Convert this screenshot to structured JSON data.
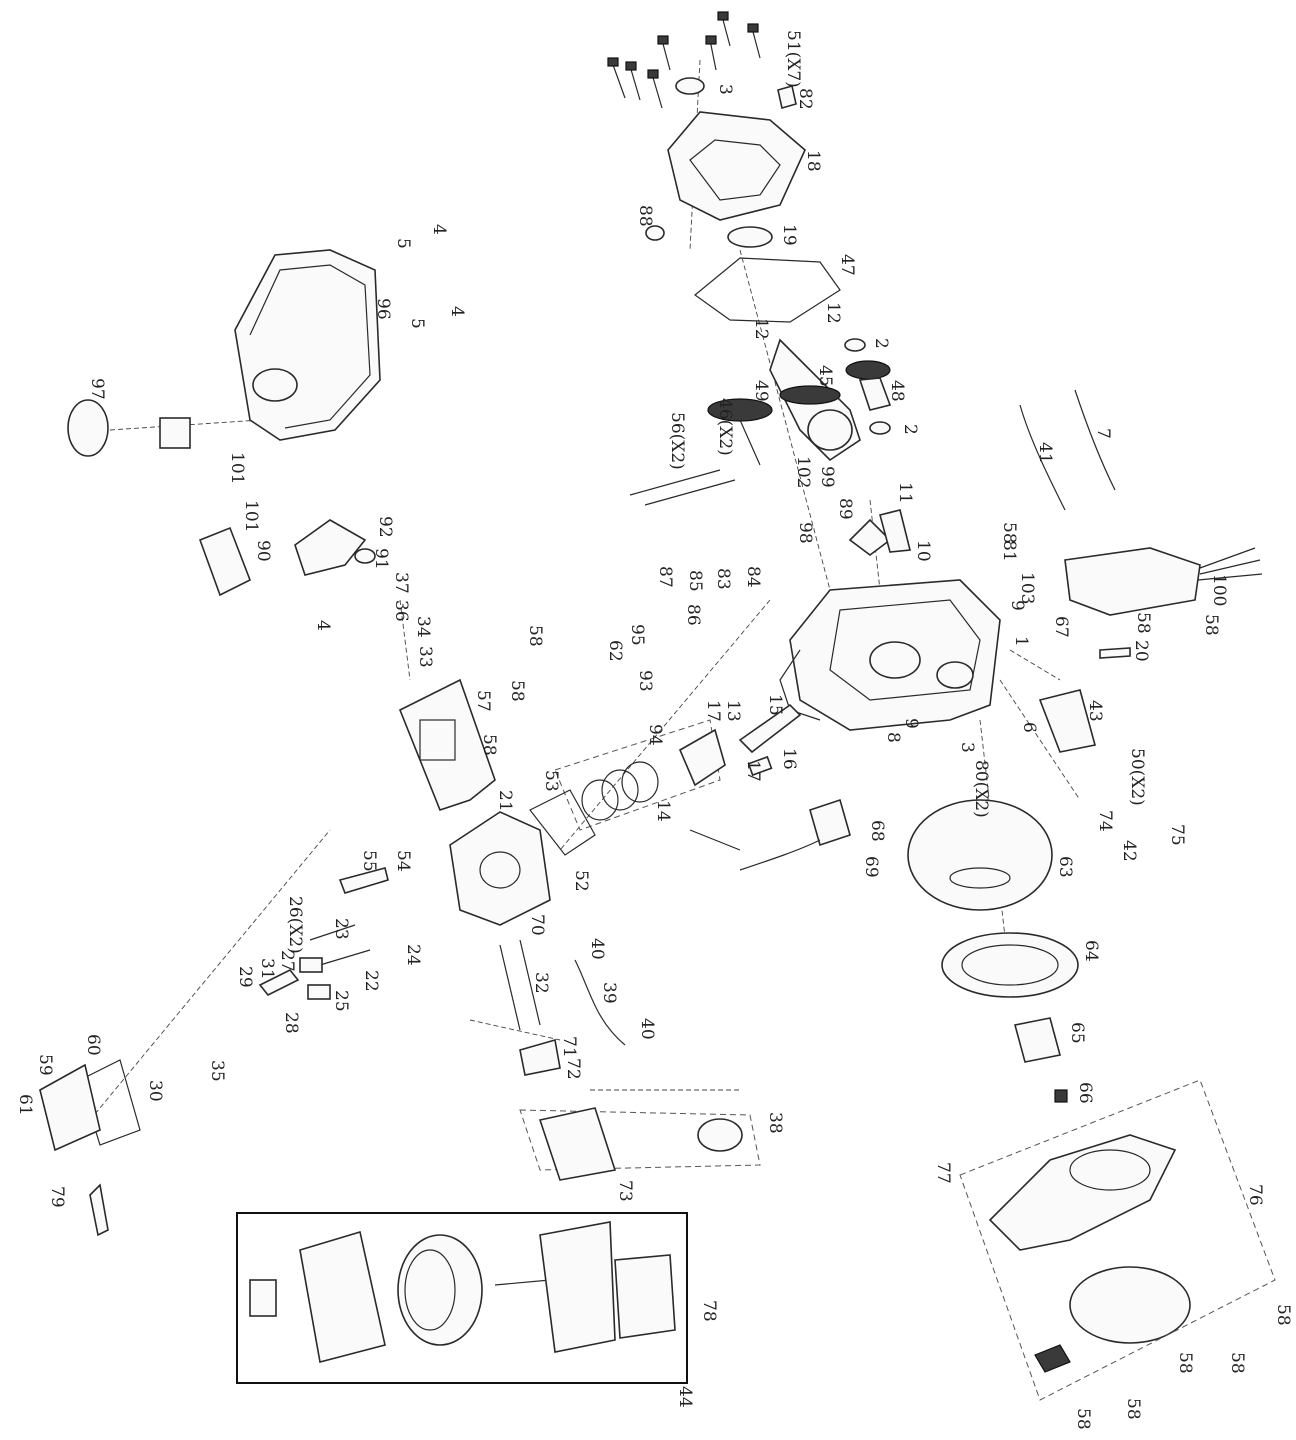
{
  "labels": [
    {
      "id": "l51",
      "text": "51(X7)"
    },
    {
      "id": "l3a",
      "text": "3"
    },
    {
      "id": "l82",
      "text": "82"
    },
    {
      "id": "l18",
      "text": "18"
    },
    {
      "id": "l88",
      "text": "88"
    },
    {
      "id": "l19",
      "text": "19"
    },
    {
      "id": "l47",
      "text": "47"
    },
    {
      "id": "l12a",
      "text": "12"
    },
    {
      "id": "l12b",
      "text": "12"
    },
    {
      "id": "l2a",
      "text": "2"
    },
    {
      "id": "l45",
      "text": "45"
    },
    {
      "id": "l48",
      "text": "48"
    },
    {
      "id": "l2b",
      "text": "2"
    },
    {
      "id": "l49",
      "text": "49"
    },
    {
      "id": "l46",
      "text": "46(X2)"
    },
    {
      "id": "l56",
      "text": "56(X2)"
    },
    {
      "id": "l102",
      "text": "102"
    },
    {
      "id": "l99",
      "text": "99"
    },
    {
      "id": "l89",
      "text": "89"
    },
    {
      "id": "l11",
      "text": "11"
    },
    {
      "id": "l10",
      "text": "10"
    },
    {
      "id": "l98",
      "text": "98"
    },
    {
      "id": "l41",
      "text": "41"
    },
    {
      "id": "l7",
      "text": "7"
    },
    {
      "id": "l81",
      "text": "81"
    },
    {
      "id": "l58a",
      "text": "58"
    },
    {
      "id": "l103",
      "text": "103"
    },
    {
      "id": "l9a",
      "text": "9"
    },
    {
      "id": "l100",
      "text": "100"
    },
    {
      "id": "l67",
      "text": "67"
    },
    {
      "id": "l1",
      "text": "1"
    },
    {
      "id": "l58b",
      "text": "58"
    },
    {
      "id": "l58c",
      "text": "58"
    },
    {
      "id": "l20",
      "text": "20"
    },
    {
      "id": "l43",
      "text": "43"
    },
    {
      "id": "l6",
      "text": "6"
    },
    {
      "id": "l3b",
      "text": "3"
    },
    {
      "id": "l8",
      "text": "8"
    },
    {
      "id": "l9b",
      "text": "9"
    },
    {
      "id": "l80",
      "text": "80(X2)"
    },
    {
      "id": "l50",
      "text": "50(X2)"
    },
    {
      "id": "l74",
      "text": "74"
    },
    {
      "id": "l75",
      "text": "75"
    },
    {
      "id": "l42",
      "text": "42"
    },
    {
      "id": "l87",
      "text": "87"
    },
    {
      "id": "l85",
      "text": "85"
    },
    {
      "id": "l83",
      "text": "83"
    },
    {
      "id": "l84",
      "text": "84"
    },
    {
      "id": "l86",
      "text": "86"
    },
    {
      "id": "l95",
      "text": "95"
    },
    {
      "id": "l93",
      "text": "93"
    },
    {
      "id": "l94",
      "text": "94"
    },
    {
      "id": "l62",
      "text": "62"
    },
    {
      "id": "l58d",
      "text": "58"
    },
    {
      "id": "l58e",
      "text": "58"
    },
    {
      "id": "l13",
      "text": "13"
    },
    {
      "id": "l15",
      "text": "15"
    },
    {
      "id": "l17a",
      "text": "17"
    },
    {
      "id": "l17b",
      "text": "17"
    },
    {
      "id": "l16",
      "text": "16"
    },
    {
      "id": "l14",
      "text": "14"
    },
    {
      "id": "l53",
      "text": "53"
    },
    {
      "id": "l52",
      "text": "52"
    },
    {
      "id": "l68",
      "text": "68"
    },
    {
      "id": "l69",
      "text": "69"
    },
    {
      "id": "l63",
      "text": "63"
    },
    {
      "id": "l64",
      "text": "64"
    },
    {
      "id": "l65",
      "text": "65"
    },
    {
      "id": "l66",
      "text": "66"
    },
    {
      "id": "l77",
      "text": "77"
    },
    {
      "id": "l76",
      "text": "76"
    },
    {
      "id": "l58f",
      "text": "58"
    },
    {
      "id": "l58g",
      "text": "58"
    },
    {
      "id": "l58h",
      "text": "58"
    },
    {
      "id": "l58i",
      "text": "58"
    },
    {
      "id": "l58j",
      "text": "58"
    },
    {
      "id": "l97",
      "text": "97"
    },
    {
      "id": "l101a",
      "text": "101"
    },
    {
      "id": "l96",
      "text": "96"
    },
    {
      "id": "l5a",
      "text": "5"
    },
    {
      "id": "l4a",
      "text": "4"
    },
    {
      "id": "l5b",
      "text": "5"
    },
    {
      "id": "l4b",
      "text": "4"
    },
    {
      "id": "l90",
      "text": "90"
    },
    {
      "id": "l101b",
      "text": "101"
    },
    {
      "id": "l92",
      "text": "92"
    },
    {
      "id": "l91",
      "text": "91"
    },
    {
      "id": "l37",
      "text": "37"
    },
    {
      "id": "l36",
      "text": "36"
    },
    {
      "id": "l34",
      "text": "34"
    },
    {
      "id": "l33",
      "text": "33"
    },
    {
      "id": "l4c",
      "text": "4"
    },
    {
      "id": "l57",
      "text": "57"
    },
    {
      "id": "l58k",
      "text": "58"
    },
    {
      "id": "l21",
      "text": "21"
    },
    {
      "id": "l55",
      "text": "55"
    },
    {
      "id": "l54",
      "text": "54"
    },
    {
      "id": "l23",
      "text": "23"
    },
    {
      "id": "l22",
      "text": "22"
    },
    {
      "id": "l24",
      "text": "24"
    },
    {
      "id": "l26",
      "text": "26(X2)"
    },
    {
      "id": "l27",
      "text": "27"
    },
    {
      "id": "l31",
      "text": "31"
    },
    {
      "id": "l29",
      "text": "29"
    },
    {
      "id": "l25",
      "text": "25"
    },
    {
      "id": "l28",
      "text": "28"
    },
    {
      "id": "l35",
      "text": "35"
    },
    {
      "id": "l30",
      "text": "30"
    },
    {
      "id": "l59",
      "text": "59"
    },
    {
      "id": "l60",
      "text": "60"
    },
    {
      "id": "l61",
      "text": "61"
    },
    {
      "id": "l79",
      "text": "79"
    },
    {
      "id": "l70",
      "text": "70"
    },
    {
      "id": "l32",
      "text": "32"
    },
    {
      "id": "l40a",
      "text": "40"
    },
    {
      "id": "l39",
      "text": "39"
    },
    {
      "id": "l40b",
      "text": "40"
    },
    {
      "id": "l71",
      "text": "71"
    },
    {
      "id": "l72",
      "text": "72"
    },
    {
      "id": "l38",
      "text": "38"
    },
    {
      "id": "l73",
      "text": "73"
    },
    {
      "id": "l78",
      "text": "78"
    },
    {
      "id": "l44",
      "text": "44"
    }
  ]
}
